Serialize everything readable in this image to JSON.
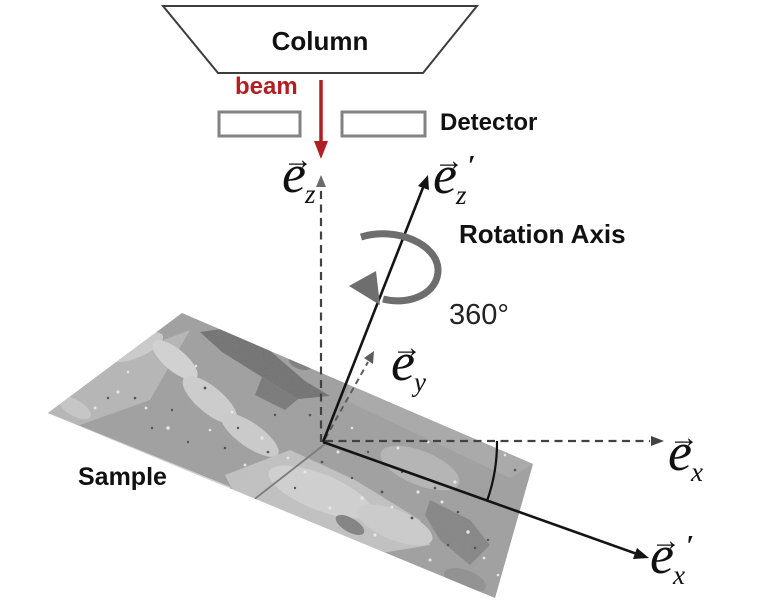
{
  "diagram": {
    "column_label": "Column",
    "beam_label": "beam",
    "detector_label": "Detector",
    "rotation_axis_label": "Rotation Axis",
    "rotation_angle_label": "360°",
    "sample_label": "Sample"
  },
  "axes": {
    "vector_arrow_glyph": "→",
    "ez": {
      "base": "e",
      "sub": "z",
      "prime": ""
    },
    "ez_prime": {
      "base": "e",
      "sub": "z",
      "prime": "′"
    },
    "ey": {
      "base": "e",
      "sub": "y",
      "prime": ""
    },
    "ex": {
      "base": "e",
      "sub": "x",
      "prime": ""
    },
    "ex_prime": {
      "base": "e",
      "sub": "x",
      "prime": "′"
    }
  },
  "colors": {
    "beam_red": "#b01f24",
    "line_black": "#141414",
    "dashed_gray": "#424242",
    "rotation_arrow_gray": "#6e6e6e",
    "detector_border_gray": "#828282",
    "column_outline": "#3d3d3d",
    "sample_base_gray": "#9c9c9c"
  }
}
